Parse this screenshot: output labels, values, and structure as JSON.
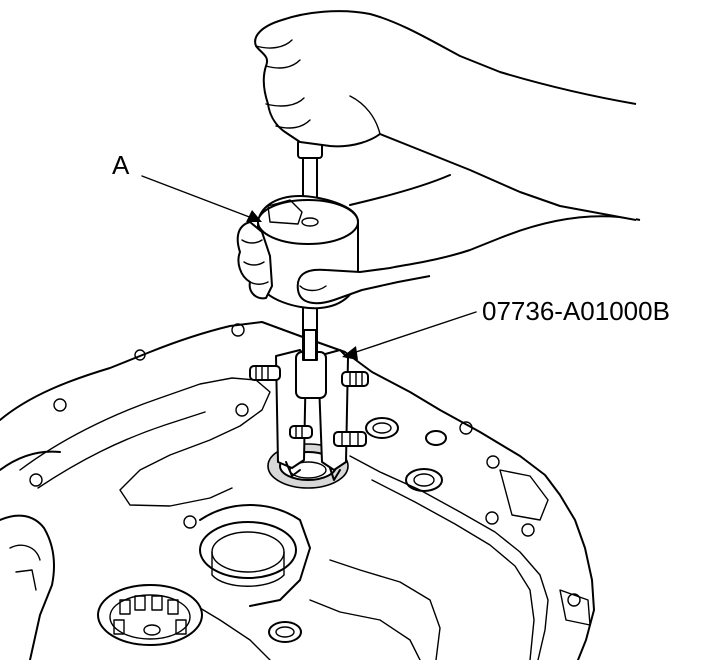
{
  "diagram": {
    "callouts": [
      {
        "id": "a",
        "label": "A"
      },
      {
        "id": "tool",
        "label": "07736-A01000B"
      }
    ]
  }
}
